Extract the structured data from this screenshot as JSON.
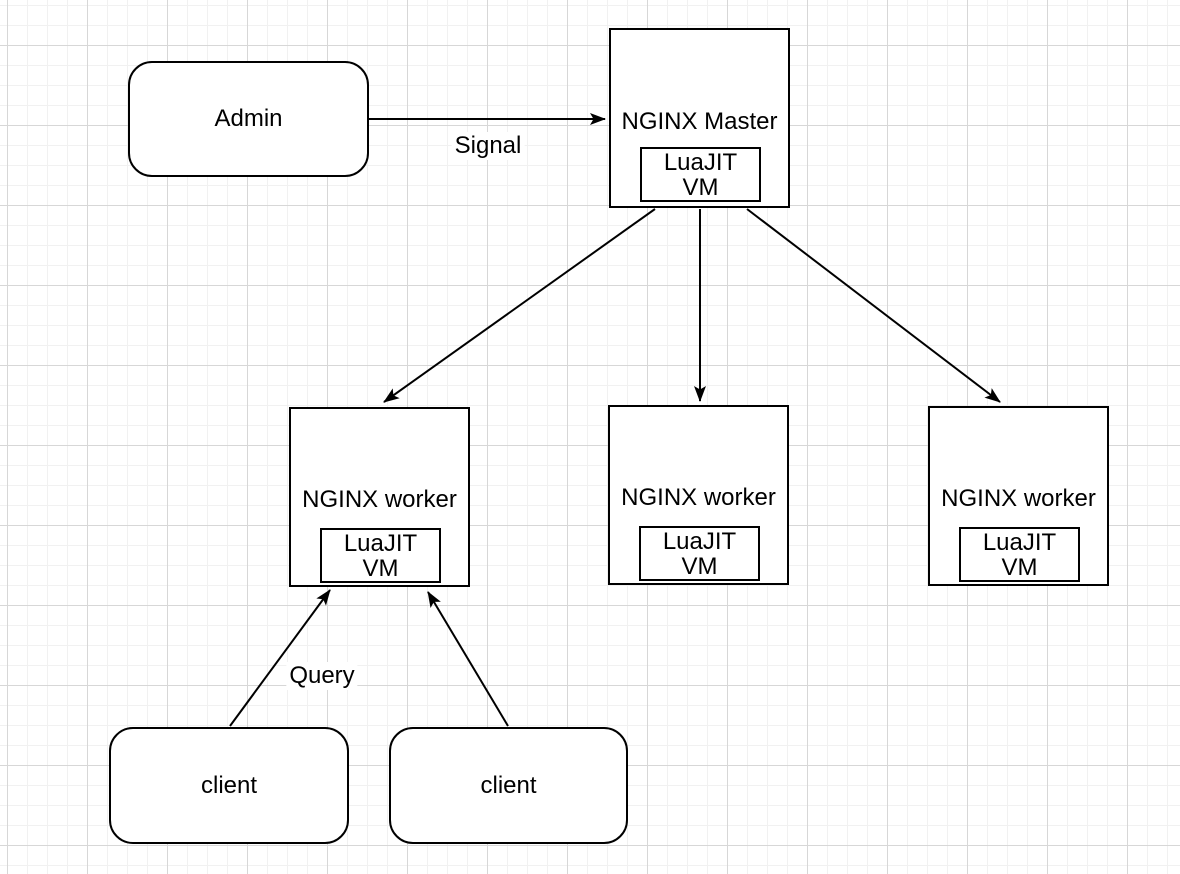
{
  "nodes": {
    "admin": {
      "label": "Admin"
    },
    "master": {
      "label": "NGINX Master",
      "vm": [
        "LuaJIT",
        "VM"
      ]
    },
    "worker1": {
      "label": "NGINX worker",
      "vm": [
        "LuaJIT",
        "VM"
      ]
    },
    "worker2": {
      "label": "NGINX worker",
      "vm": [
        "LuaJIT",
        "VM"
      ]
    },
    "worker3": {
      "label": "NGINX worker",
      "vm": [
        "LuaJIT",
        "VM"
      ]
    },
    "client1": {
      "label": "client"
    },
    "client2": {
      "label": "client"
    }
  },
  "edge_labels": {
    "signal": "Signal",
    "query": "Query"
  },
  "colors": {
    "stroke": "#000000",
    "background": "#ffffff",
    "grid_minor": "#f1f1f1",
    "grid_major": "#d7d7d7"
  }
}
